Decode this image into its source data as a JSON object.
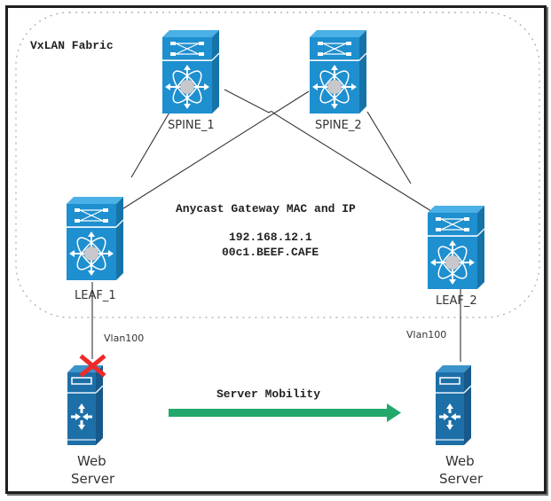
{
  "fabric": {
    "label": "VxLAN Fabric"
  },
  "gateway": {
    "title": "Anycast Gateway MAC and IP",
    "ip": "192.168.12.1",
    "mac": "00c1.BEEF.CAFE"
  },
  "nodes": {
    "spine1": {
      "label": "SPINE_1",
      "icon": "nexus-switch-icon"
    },
    "spine2": {
      "label": "SPINE_2",
      "icon": "nexus-switch-icon"
    },
    "leaf1": {
      "label": "LEAF_1",
      "icon": "nexus-switch-icon"
    },
    "leaf2": {
      "label": "LEAF_2",
      "icon": "nexus-switch-icon"
    },
    "server1": {
      "label_line1": "Web",
      "label_line2": "Server",
      "icon": "server-icon",
      "status": "disconnected"
    },
    "server2": {
      "label_line1": "Web",
      "label_line2": "Server",
      "icon": "server-icon",
      "status": "connected"
    }
  },
  "links": {
    "leaf1_vlan": "Vlan100",
    "leaf2_vlan": "Vlan100"
  },
  "mobility": {
    "label": "Server Mobility"
  },
  "colors": {
    "device_blue": "#1e8fcf",
    "device_dark": "#1673a8",
    "server_blue": "#1d6fa8",
    "arrow_green": "#21a86a",
    "fail_red": "#ee2a2a"
  }
}
